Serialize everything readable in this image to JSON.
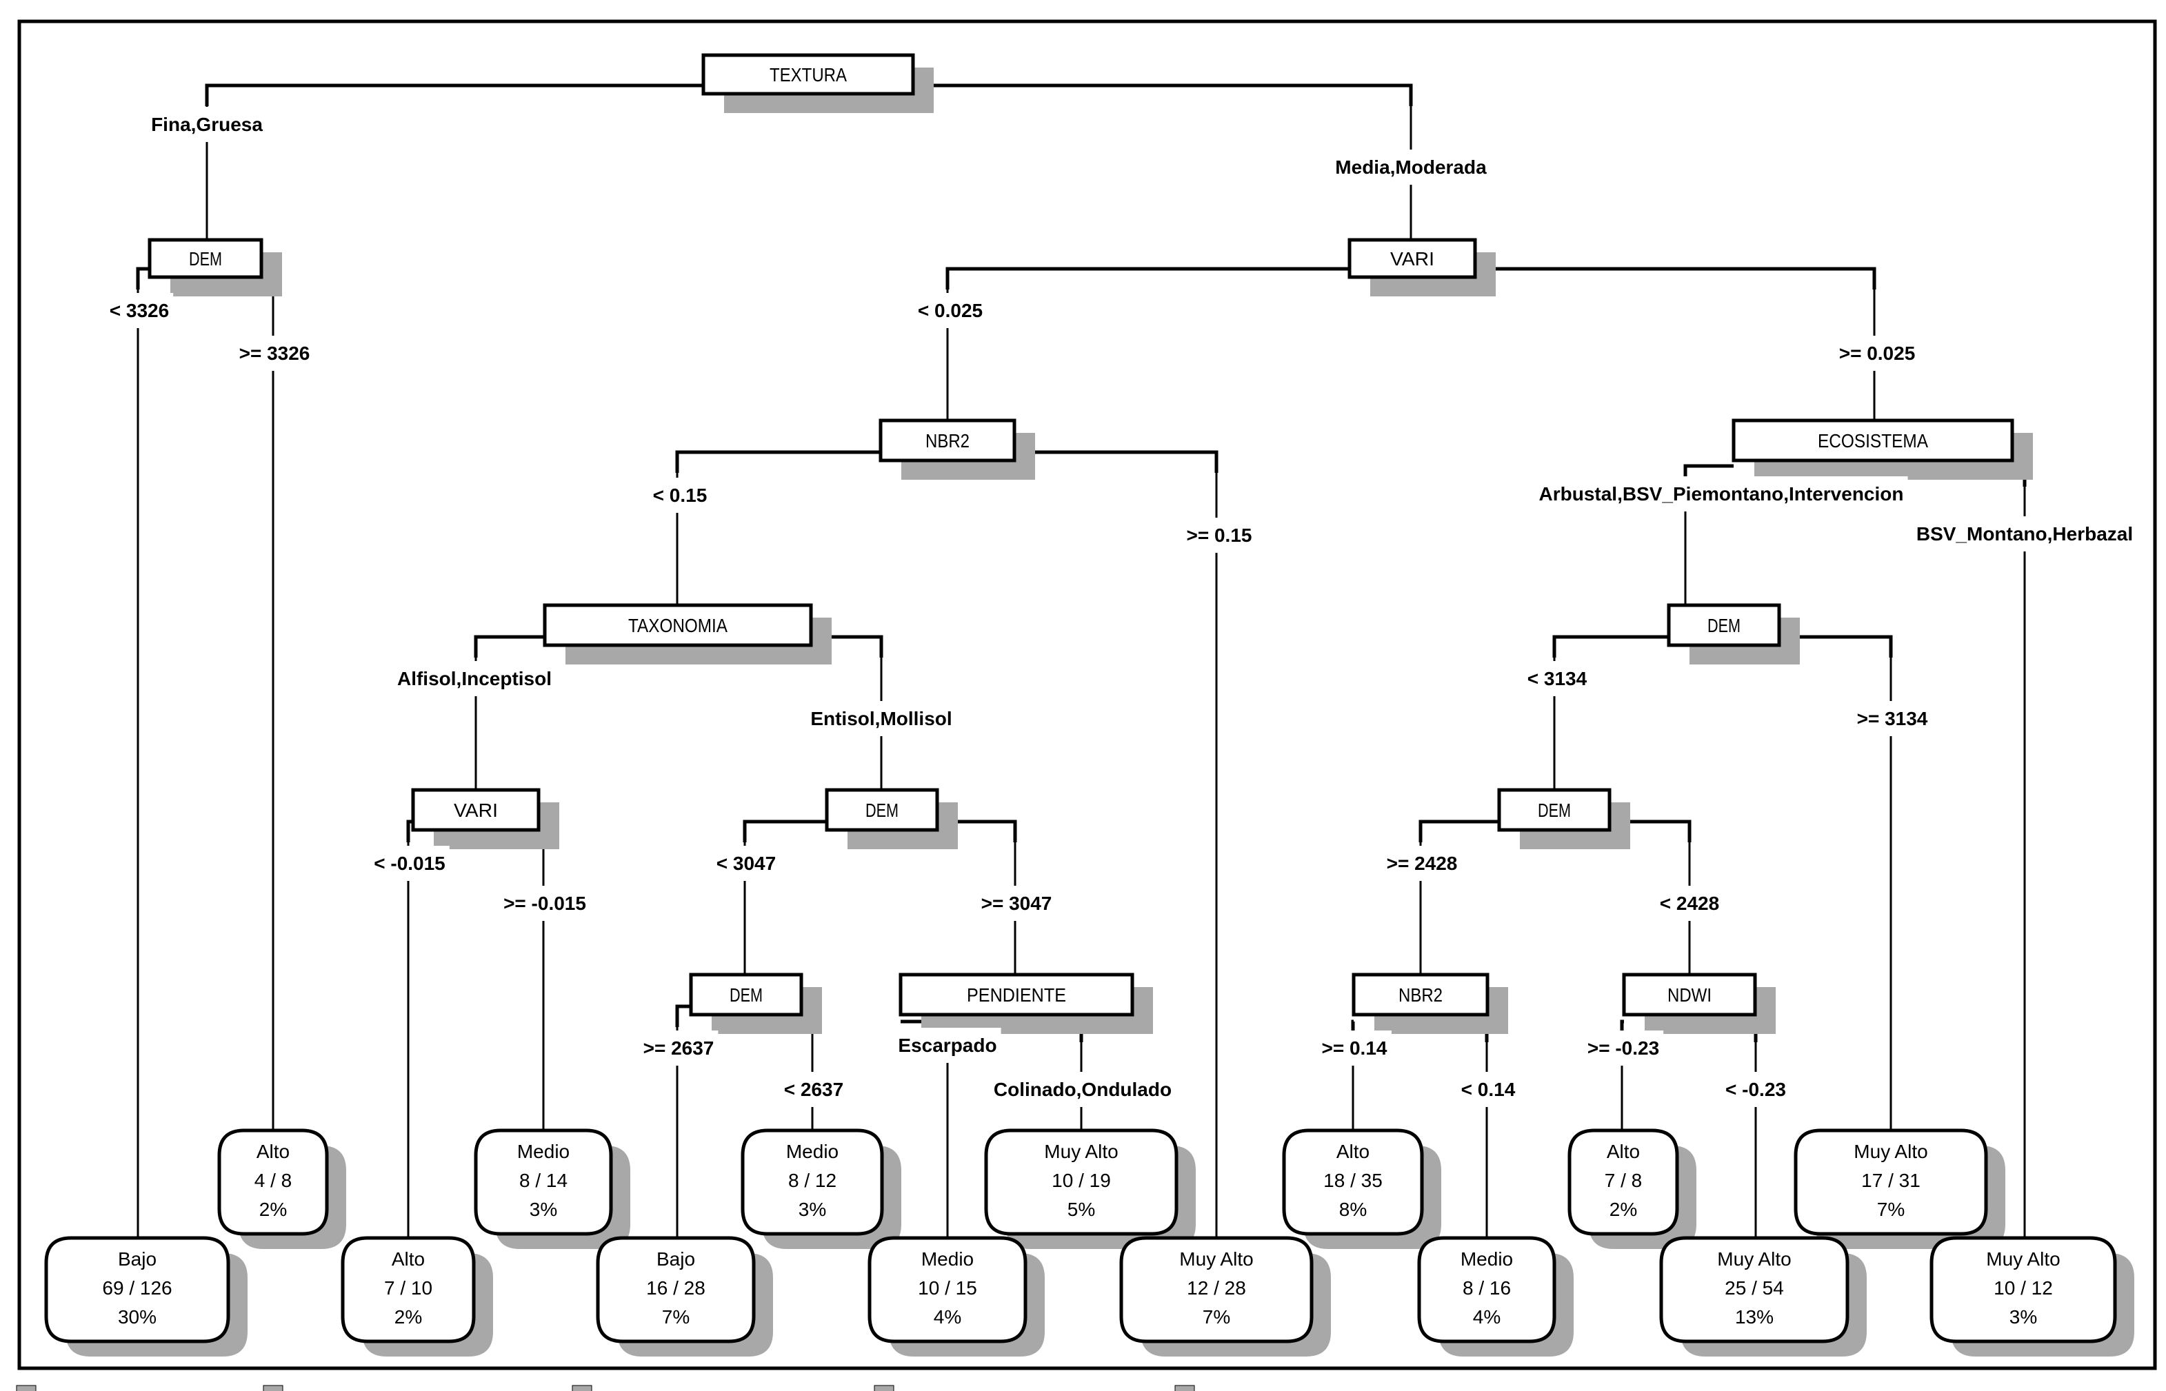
{
  "title": "Decision tree - classification",
  "colors": {
    "line": "#000000",
    "box_fill": "#ffffff",
    "shadow": "#a8a8a8",
    "background": "#ffffff"
  },
  "nodes": {
    "n1": {
      "type": "split",
      "label": "TEXTURA"
    },
    "n2": {
      "type": "split",
      "label": "DEM"
    },
    "n3": {
      "type": "split",
      "label": "VARI"
    },
    "n4": {
      "type": "split",
      "label": "NBR2"
    },
    "n5": {
      "type": "split",
      "label": "ECOSISTEMA"
    },
    "n6": {
      "type": "split",
      "label": "TAXONOMIA"
    },
    "n7": {
      "type": "split",
      "label": "VARI"
    },
    "n8": {
      "type": "split",
      "label": "DEM"
    },
    "n9": {
      "type": "split",
      "label": "DEM"
    },
    "n10": {
      "type": "split",
      "label": "PENDIENTE"
    },
    "n11": {
      "type": "split",
      "label": "DEM"
    },
    "n12": {
      "type": "split",
      "label": "DEM"
    },
    "n13": {
      "type": "split",
      "label": "NBR2"
    },
    "n14": {
      "type": "split",
      "label": "NDWI"
    },
    "l1": {
      "type": "leaf",
      "class": "Bajo",
      "counts": "69 / 126",
      "percent": "30%"
    },
    "l2": {
      "type": "leaf",
      "class": "Alto",
      "counts": "4 / 8",
      "percent": "2%"
    },
    "l3": {
      "type": "leaf",
      "class": "Alto",
      "counts": "7 / 10",
      "percent": "2%"
    },
    "l4": {
      "type": "leaf",
      "class": "Medio",
      "counts": "8 / 14",
      "percent": "3%"
    },
    "l5": {
      "type": "leaf",
      "class": "Bajo",
      "counts": "16 / 28",
      "percent": "7%"
    },
    "l6": {
      "type": "leaf",
      "class": "Medio",
      "counts": "8 / 12",
      "percent": "3%"
    },
    "l7": {
      "type": "leaf",
      "class": "Medio",
      "counts": "10 / 15",
      "percent": "4%"
    },
    "l8": {
      "type": "leaf",
      "class": "Muy Alto",
      "counts": "10 / 19",
      "percent": "5%"
    },
    "l9": {
      "type": "leaf",
      "class": "Muy Alto",
      "counts": "12 / 28",
      "percent": "7%"
    },
    "l10": {
      "type": "leaf",
      "class": "Alto",
      "counts": "18 / 35",
      "percent": "8%"
    },
    "l11": {
      "type": "leaf",
      "class": "Medio",
      "counts": "8 / 16",
      "percent": "4%"
    },
    "l12": {
      "type": "leaf",
      "class": "Alto",
      "counts": "7 / 8",
      "percent": "2%"
    },
    "l13": {
      "type": "leaf",
      "class": "Muy Alto",
      "counts": "25 / 54",
      "percent": "13%"
    },
    "l14": {
      "type": "leaf",
      "class": "Muy Alto",
      "counts": "17 / 31",
      "percent": "7%"
    },
    "l15": {
      "type": "leaf",
      "class": "Muy Alto",
      "counts": "10 / 12",
      "percent": "3%"
    }
  },
  "edges": [
    {
      "from": "n1",
      "to": "n2",
      "label": "Fina,Gruesa"
    },
    {
      "from": "n1",
      "to": "n3",
      "label": "Media,Moderada"
    },
    {
      "from": "n2",
      "to": "l1",
      "label": "< 3326"
    },
    {
      "from": "n2",
      "to": "l2",
      "label": ">= 3326"
    },
    {
      "from": "n3",
      "to": "n4",
      "label": "< 0.025"
    },
    {
      "from": "n3",
      "to": "n5",
      "label": ">= 0.025"
    },
    {
      "from": "n4",
      "to": "n6",
      "label": "< 0.15"
    },
    {
      "from": "n4",
      "to": "l9",
      "label": ">= 0.15"
    },
    {
      "from": "n6",
      "to": "n7",
      "label": "Alfisol,Inceptisol"
    },
    {
      "from": "n6",
      "to": "n8",
      "label": "Entisol,Mollisol"
    },
    {
      "from": "n7",
      "to": "l3",
      "label": "< -0.015"
    },
    {
      "from": "n7",
      "to": "l4",
      "label": ">= -0.015"
    },
    {
      "from": "n8",
      "to": "n9",
      "label": "< 3047"
    },
    {
      "from": "n8",
      "to": "n10",
      "label": ">= 3047"
    },
    {
      "from": "n9",
      "to": "l5",
      "label": ">= 2637"
    },
    {
      "from": "n9",
      "to": "l6",
      "label": "< 2637"
    },
    {
      "from": "n10",
      "to": "l7",
      "label": "Escarpado"
    },
    {
      "from": "n10",
      "to": "l8",
      "label": "Colinado,Ondulado"
    },
    {
      "from": "n5",
      "to": "n11",
      "label": "Arbustal,BSV_Piemontano,Intervencion"
    },
    {
      "from": "n5",
      "to": "l15",
      "label": "BSV_Montano,Herbazal"
    },
    {
      "from": "n11",
      "to": "n12",
      "label": "< 3134"
    },
    {
      "from": "n11",
      "to": "l14",
      "label": ">= 3134"
    },
    {
      "from": "n12",
      "to": "n13",
      "label": ">= 2428"
    },
    {
      "from": "n12",
      "to": "n14",
      "label": "< 2428"
    },
    {
      "from": "n13",
      "to": "l10",
      "label": ">= 0.14"
    },
    {
      "from": "n13",
      "to": "l11",
      "label": "< 0.14"
    },
    {
      "from": "n14",
      "to": "l12",
      "label": ">= -0.23"
    },
    {
      "from": "n14",
      "to": "l13",
      "label": "< -0.23"
    }
  ],
  "legend": {
    "items": 5,
    "note": "legend row cropped at bottom edge; labels not legible"
  }
}
